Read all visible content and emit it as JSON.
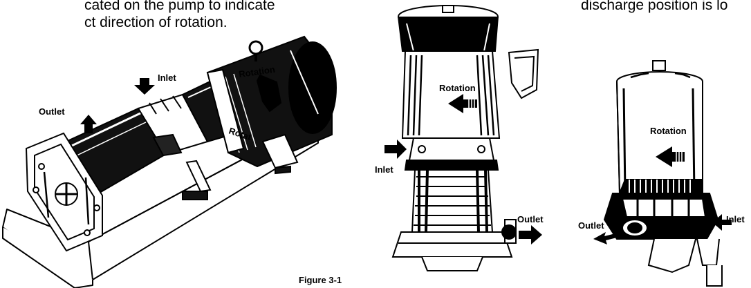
{
  "body_text": {
    "left_line1": "cated on the pump to indicate",
    "left_line2": "ct direction of rotation.",
    "right_line1": "discharge position is lo"
  },
  "pump_horizontal": {
    "inlet": "Inlet",
    "outlet": "Outlet",
    "rotation_top": "Rotation",
    "rotation_lower": "Rotat"
  },
  "pump_vertical": {
    "rotation": "Rotation",
    "inlet": "Inlet",
    "outlet": "Outlet"
  },
  "pump_compact": {
    "rotation": "Rotation",
    "inlet": "Inlet",
    "outlet": "Outlet"
  },
  "caption": "Figure 3-1"
}
